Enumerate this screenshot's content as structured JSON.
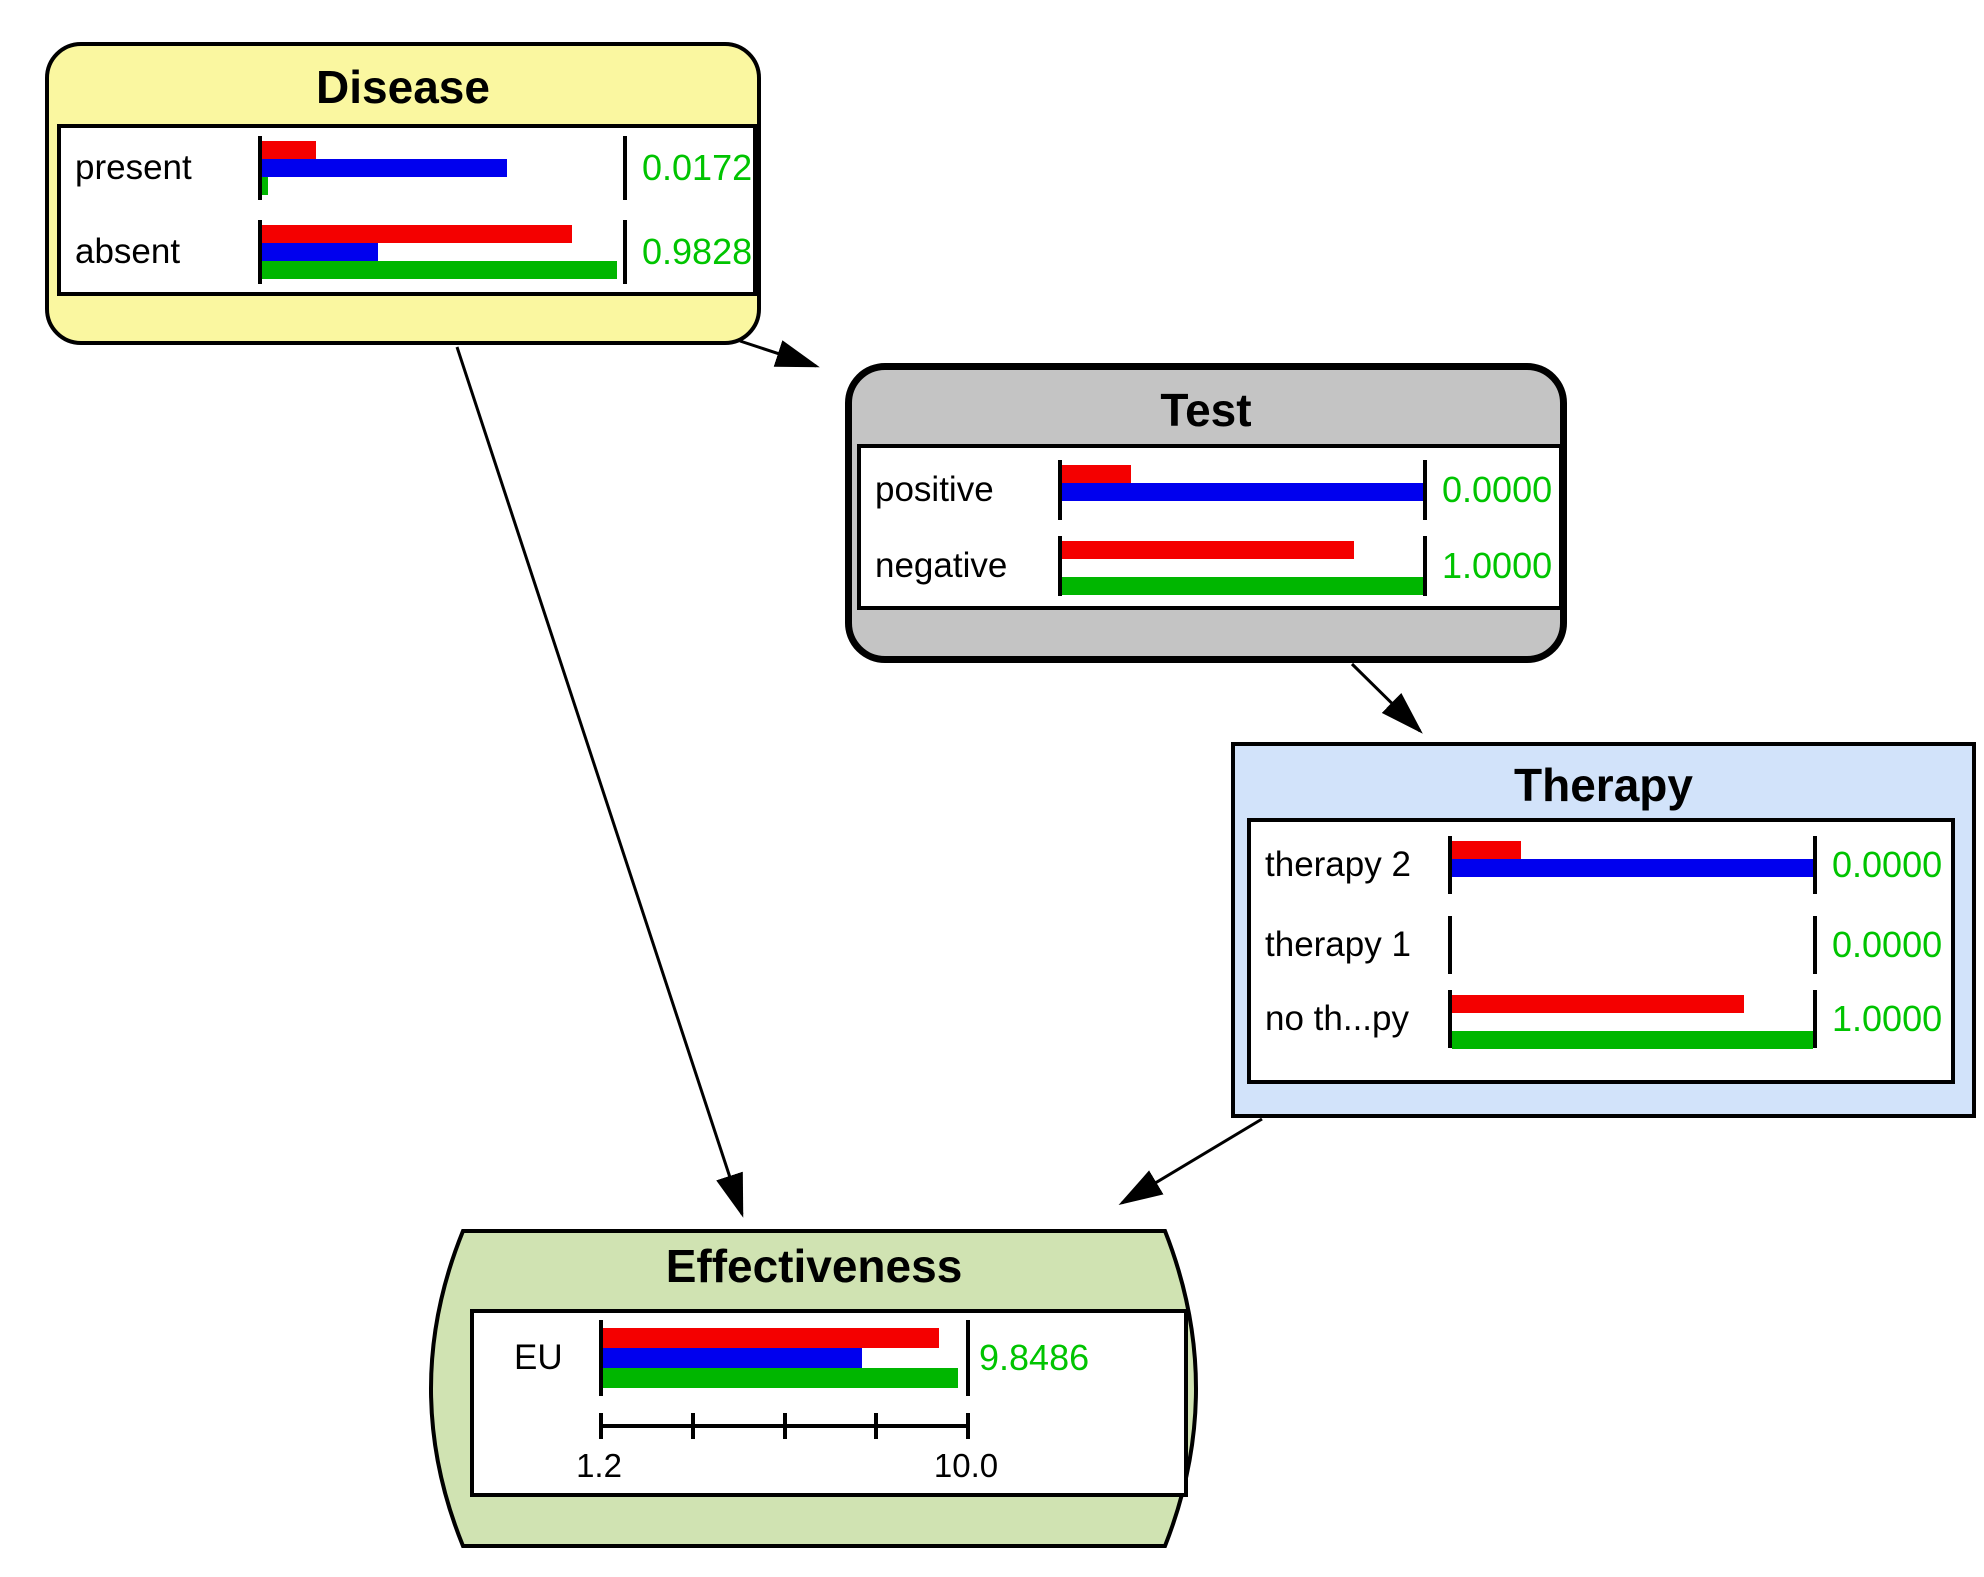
{
  "diagram_type": "influence-diagram",
  "colors": {
    "disease_fill": "#FAF7A0",
    "test_fill": "#C4C4C4",
    "therapy_fill": "#D2E3FA",
    "effectiveness_fill": "#D0E3B2",
    "bar_red": "#F40000",
    "bar_blue": "#0000EE",
    "bar_green": "#00B600",
    "value_text": "#00C400",
    "outline": "#000000"
  },
  "nodes": {
    "disease": {
      "title": "Disease",
      "node_type": "chance",
      "states": [
        {
          "label": "present",
          "value": "0.0172",
          "bars": {
            "red": 0.15,
            "blue": 0.68,
            "green": 0.017
          }
        },
        {
          "label": "absent",
          "value": "0.9828",
          "bars": {
            "red": 0.86,
            "blue": 0.32,
            "green": 0.983
          }
        }
      ]
    },
    "test": {
      "title": "Test",
      "node_type": "chance",
      "states": [
        {
          "label": "positive",
          "value": "0.0000",
          "bars": {
            "red": 0.19,
            "blue": 1,
            "green": 0
          }
        },
        {
          "label": "negative",
          "value": "1.0000",
          "bars": {
            "red": 0.81,
            "blue": 0,
            "green": 1
          }
        }
      ]
    },
    "therapy": {
      "title": "Therapy",
      "node_type": "decision",
      "states": [
        {
          "label": "therapy 2",
          "value": "0.0000",
          "bars": {
            "red": 0.19,
            "blue": 1,
            "green": 0
          }
        },
        {
          "label": "therapy 1",
          "value": "0.0000",
          "bars": {
            "red": 0,
            "blue": 0,
            "green": 0
          }
        },
        {
          "label": "no th...py",
          "value": "1.0000",
          "bars": {
            "red": 0.81,
            "blue": 0,
            "green": 1
          }
        }
      ]
    },
    "effectiveness": {
      "title": "Effectiveness",
      "node_type": "utility",
      "states": [
        {
          "label": "EU",
          "value": "9.8486",
          "bars": {
            "red": 0.926,
            "blue": 0.714,
            "green": 0.978
          }
        }
      ],
      "scale": {
        "min": "1.2",
        "max": "10.0"
      }
    }
  },
  "edges": [
    {
      "from": "Disease",
      "to": "Test"
    },
    {
      "from": "Disease",
      "to": "Effectiveness"
    },
    {
      "from": "Test",
      "to": "Therapy"
    },
    {
      "from": "Therapy",
      "to": "Effectiveness"
    }
  ]
}
